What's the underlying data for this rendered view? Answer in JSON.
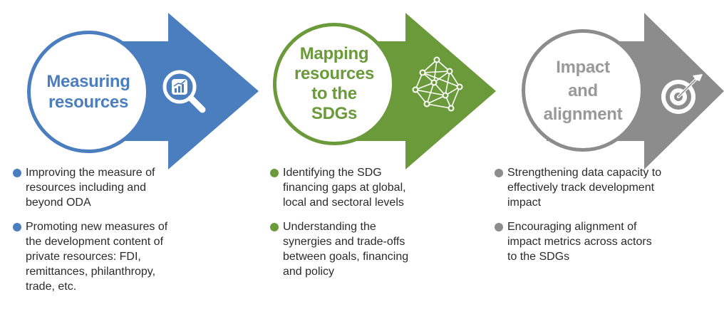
{
  "colors": {
    "blue": "#4a7ebf",
    "green": "#6a9a3a",
    "grey": "#8c8c8c",
    "grey_text": "#999999"
  },
  "steps": [
    {
      "title": "Measuring\nresources",
      "icon": "magnifier-chart-icon",
      "bullets": [
        "Improving the measure of resources including and beyond ODA",
        "Promoting new measures of the development content of private resources: FDI, remittances, philanthropy, trade, etc."
      ]
    },
    {
      "title": "Mapping\nresources\nto the\nSDGs",
      "icon": "network-icon",
      "bullets": [
        "Identifying the SDG financing gaps at global,  local and sectoral levels",
        "Understanding the synergies and trade-offs between goals, financing and policy"
      ]
    },
    {
      "title": "Impact\nand\nalignment",
      "icon": "target-icon",
      "bullets": [
        "Strengthening data capacity to effectively track development impact",
        "Encouraging alignment of impact metrics across actors to the SDGs"
      ]
    }
  ]
}
